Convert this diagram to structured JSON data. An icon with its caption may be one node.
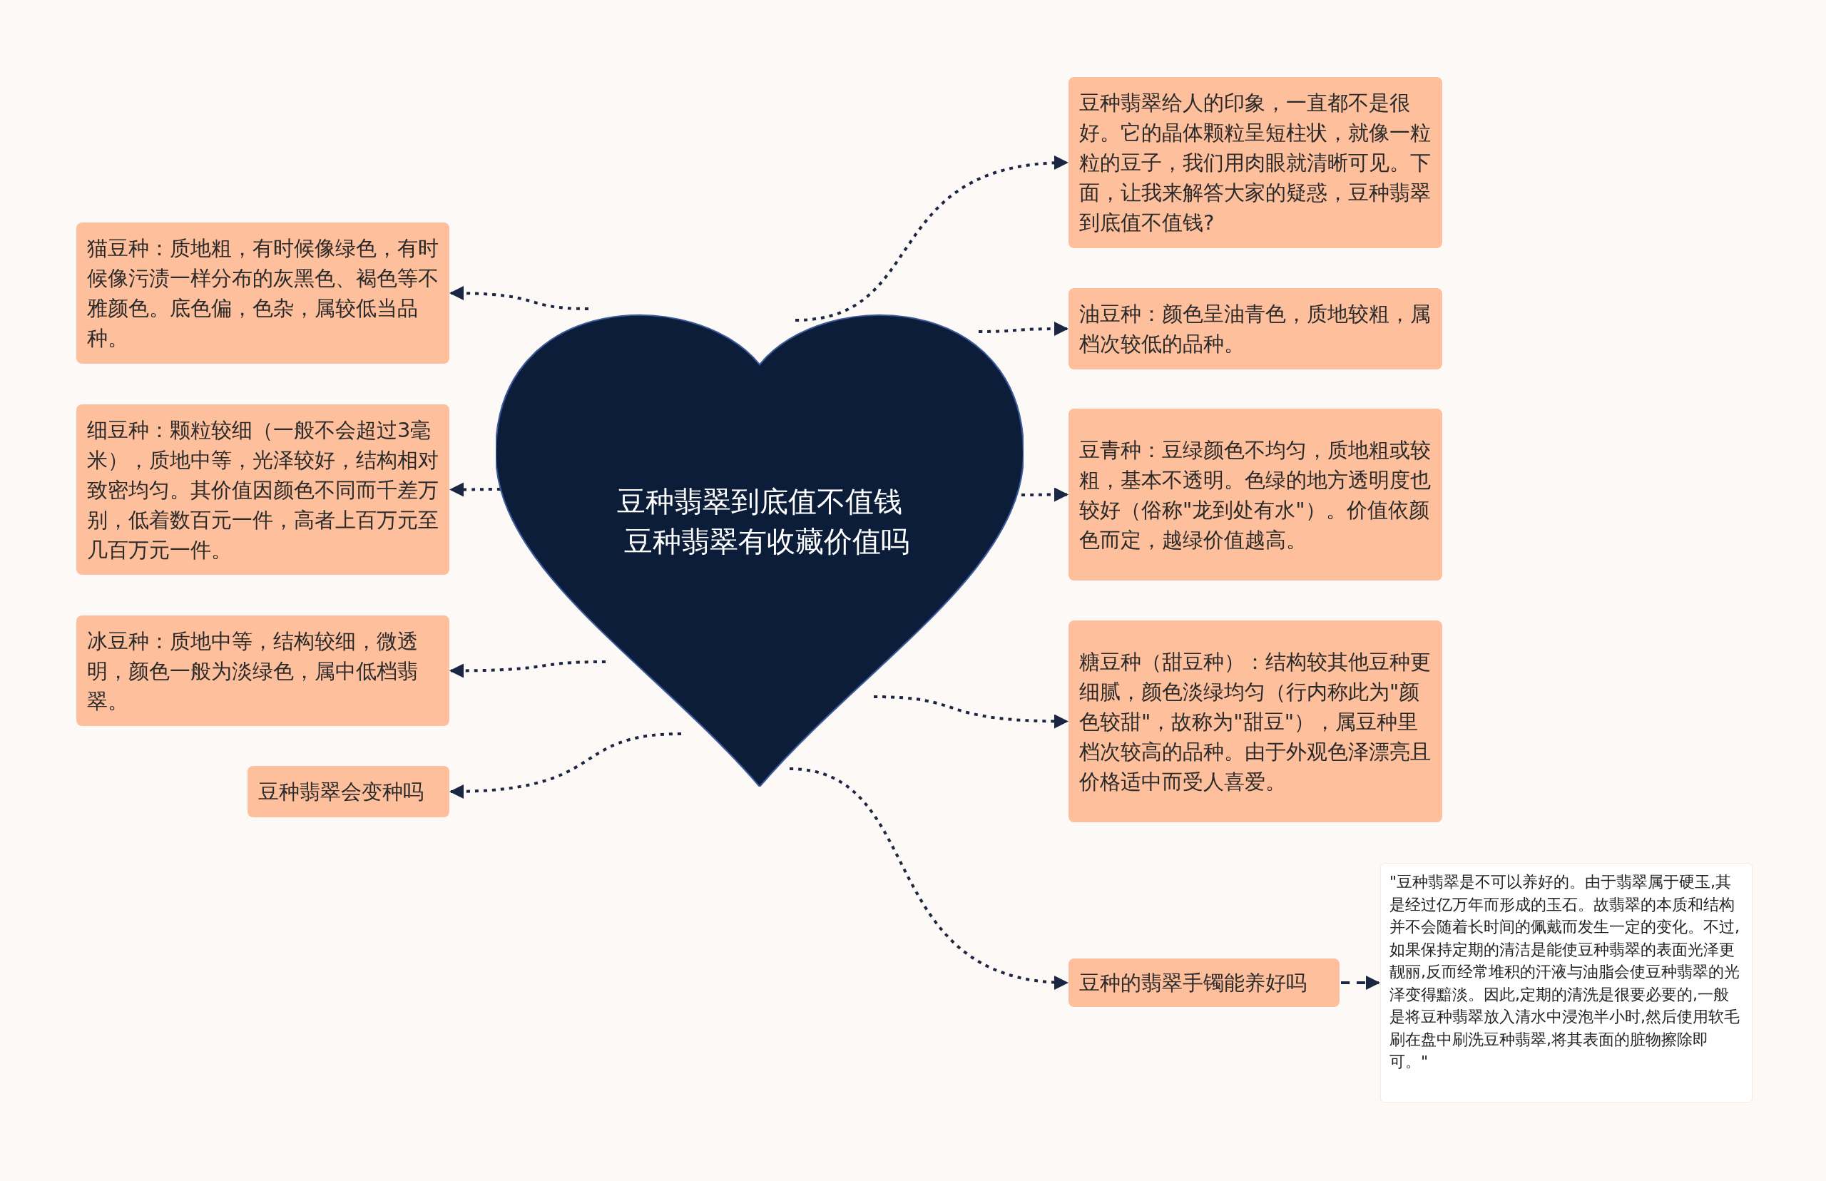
{
  "diagram": {
    "nodes": [
      {
        "text": [
          "豆种翡翠到底值不值钱",
          "豆种翡翠有收藏价值吗"
        ]
      },
      {
        "text": [
          "猫豆种：质地粗，有时候像绿色，有时候像污渍一样分布的灰黑色、褐色等不雅颜色。底色偏，色杂，属较低当品种。"
        ]
      },
      {
        "text": [
          "细豆种：颗粒较细（一般不会超过3毫米），质地中等，光泽较好，结构相对致密均匀。其价值因颜色不同而千差万别，低着数百元一件，高者上百万元至几百万元一件。"
        ]
      },
      {
        "text": [
          "冰豆种：质地中等，结构较细，微透明，颜色一般为淡绿色，属中低档翡翠。"
        ]
      },
      {
        "text": [
          "豆种翡翠会变种吗"
        ]
      },
      {
        "text": [
          "豆种翡翠给人的印象，一直都不是很好。它的晶体颗粒呈短柱状，就像一粒粒的豆子，我们用肉眼就清晰可见。下面，让我来解答大家的疑惑，豆种翡翠到底值不值钱?"
        ]
      },
      {
        "text": [
          "油豆种：颜色呈油青色，质地较粗，属档次较低的品种。"
        ]
      },
      {
        "text": [
          "豆青种：豆绿颜色不均匀，质地粗或较粗，基本不透明。色绿的地方透明度也较好（俗称\"龙到处有水\"）。价值依颜色而定，越绿价值越高。"
        ]
      },
      {
        "text": [
          "糖豆种（甜豆种）：结构较其他豆种更细腻，颜色淡绿均匀（行内称此为\"颜色较甜\"，故称为\"甜豆\"），属豆种里档次较高的品种。由于外观色泽漂亮且价格适中而受人喜爱。"
        ]
      },
      {
        "text": [
          "豆种的翡翠手镯能养好吗"
        ]
      },
      {
        "text": [
          "\"豆种翡翠是不可以养好的。由于翡翠属于硬玉,其是经过亿万年而形成的玉石。故翡翠的本质和结构并不会随着长时间的佩戴而发生一定的变化。不过,如果保持定期的清洁是能使豆种翡翠的表面光泽更靓丽,反而经常堆积的汗液与油脂会使豆种翡翠的光泽变得黯淡。因此,定期的清洗是很要必要的,一般是将豆种翡翠放入清水中浸泡半小时,然后使用软毛刷在盘中刷洗豆种翡翠,将其表面的脏物擦除即可。\""
        ]
      }
    ],
    "edges": [
      {
        "from": 0,
        "to": 5,
        "arrow": "to"
      },
      {
        "from": 0,
        "to": 1,
        "arrow": "to"
      },
      {
        "from": 0,
        "to": 6,
        "arrow": "to"
      },
      {
        "from": 0,
        "to": 2,
        "arrow": "to"
      },
      {
        "from": 0,
        "to": 7,
        "arrow": "to"
      },
      {
        "from": 0,
        "to": 3,
        "arrow": "to"
      },
      {
        "from": 0,
        "to": 8,
        "arrow": "to"
      },
      {
        "from": 0,
        "to": 4,
        "arrow": "to"
      },
      {
        "from": 0,
        "to": 9,
        "arrow": "to"
      },
      {
        "from": 9,
        "to": 10,
        "arrow": "to",
        "style": "dashed"
      }
    ]
  }
}
